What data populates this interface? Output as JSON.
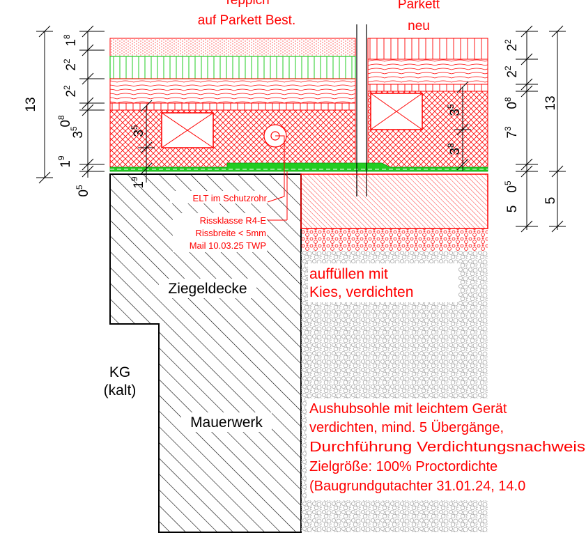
{
  "colors": {
    "red": "#ff0000",
    "green": "#22cc22",
    "black": "#000000",
    "gravel": "#a8a8a8"
  },
  "labels": {
    "teppich_line1": "Teppich",
    "teppich_line2": "auf Parkett Best.",
    "parkett_line1": "Parkett",
    "parkett_line2": "neu",
    "elt": "ELT im Schutzrohr",
    "riss_line1": "Rissklasse R4-E",
    "riss_line2": "Rissbreite < 5mm",
    "riss_line3": "Mail 10.03.25 TWP",
    "ziegeldecke": "Ziegeldecke",
    "kg_line1": "KG",
    "kg_line2": "(kalt)",
    "mauerwerk": "Mauerwerk",
    "kies_line1": "auffüllen mit",
    "kies_line2": "Kies, verdichten",
    "aushub_line1": "Aushubsohle mit leichtem Gerät",
    "aushub_line2": "verdichten, mind. 5 Übergänge,",
    "aushub_line3": "Durchführung Verdichtungsnachweis",
    "aushub_line4": "Zielgröße: 100% Proctordichte",
    "aushub_line5": "(Baugrundgutachter 31.01.24, 14.0"
  },
  "dimensions": {
    "left_total": "13",
    "left_chain": [
      {
        "main": "1",
        "sup": "8"
      },
      {
        "main": "2",
        "sup": "2"
      },
      {
        "main": "2",
        "sup": "2"
      },
      {
        "main": "0",
        "sup": "8"
      },
      {
        "main": "3",
        "sup": "5"
      },
      {
        "main": "1",
        "sup": "9"
      },
      {
        "main": "0",
        "sup": "5"
      }
    ],
    "inner_left_35": {
      "main": "3",
      "sup": "5"
    },
    "inner_left_19": {
      "main": "1",
      "sup": "9"
    },
    "inner_right_35": {
      "main": "3",
      "sup": "5"
    },
    "inner_right_38": {
      "main": "3",
      "sup": "8"
    },
    "right_chain": [
      {
        "main": "2",
        "sup": "2"
      },
      {
        "main": "2",
        "sup": "2"
      },
      {
        "main": "0",
        "sup": "8"
      },
      {
        "main": "7",
        "sup": "3"
      },
      {
        "main": "0",
        "sup": "5"
      },
      {
        "main": "5",
        "sup": ""
      }
    ],
    "right_total_top": "13",
    "right_total_bottom": "5"
  }
}
